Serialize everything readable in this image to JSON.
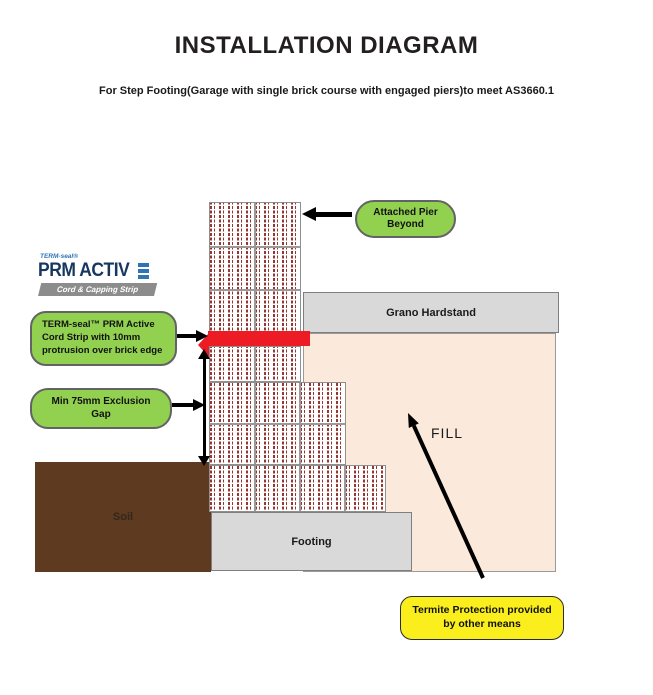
{
  "header": {
    "title": "INSTALLATION DIAGRAM",
    "subtitle": "For Step Footing(Garage with single brick course with engaged piers)to meet AS3660.1"
  },
  "logo": {
    "brand": "TERM-seal®",
    "name": "PRM ACTIV",
    "tagline": "Cord & Capping Strip"
  },
  "callouts": {
    "attached_pier": "Attached Pier\nBeyond",
    "cord_strip": "TERM-seal™ PRM Active\nCord Strip with 10mm\nprotrusion over brick edge",
    "exclusion_gap": "Min 75mm Exclusion\nGap",
    "termite": "Termite Protection provided\nby other means"
  },
  "diagram_labels": {
    "grano_hardstand": "Grano Hardstand",
    "fill": "FILL",
    "soil": "Soil",
    "footing": "Footing"
  },
  "colors": {
    "callout_green": "#92d050",
    "callout_yellow": "#faee1c",
    "strip_red": "#ec1b24",
    "fill_peach": "#fbe9db",
    "concrete_gray": "#d9d9d9",
    "soil_brown": "#5e3a20",
    "brick_red": "#943732",
    "logo_navy": "#17375e",
    "logo_blue": "#2e75b6"
  }
}
